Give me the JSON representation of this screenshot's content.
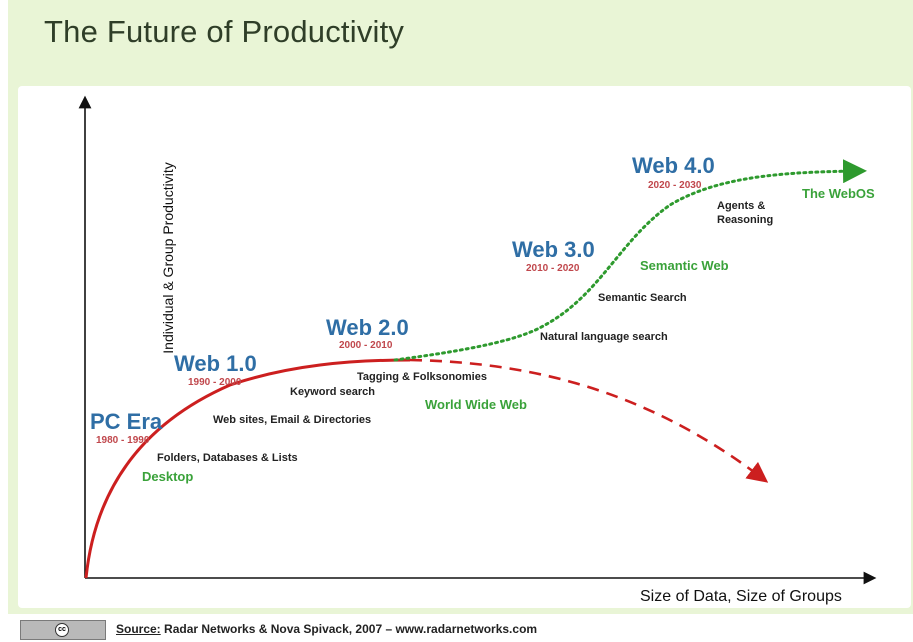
{
  "title": "The Future of Productivity",
  "y_axis_label": "Individual & Group Productivity",
  "x_axis_label": "Size of Data, Size of Groups",
  "eras": [
    {
      "name": "PC Era",
      "years": "1980 - 1990"
    },
    {
      "name": "Web 1.0",
      "years": "1990 - 2000"
    },
    {
      "name": "Web 2.0",
      "years": "2000 - 2010"
    },
    {
      "name": "Web 3.0",
      "years": "2010 - 2020"
    },
    {
      "name": "Web 4.0",
      "years": "2020 - 2030"
    }
  ],
  "features": [
    "Folders, Databases & Lists",
    "Web sites, Email & Directories",
    "Keyword search",
    "Tagging & Folksonomies",
    "Natural language search",
    "Semantic Search",
    "Agents & Reasoning"
  ],
  "phases": [
    "Desktop",
    "World Wide Web",
    "Semantic Web",
    "The WebOS"
  ],
  "footer": {
    "source_label": "Source:",
    "source_text": " Radar Networks & Nova Spivack, 2007 – www.radarnetworks.com",
    "license_icon": "cc-icon"
  },
  "colors": {
    "background": "#e9f5d6",
    "red_curve": "#cc1f1f",
    "green_curve": "#2e9a2e",
    "era_text": "#2f6ea5",
    "years_text": "#c0474c",
    "phase_text": "#3aa23a"
  }
}
